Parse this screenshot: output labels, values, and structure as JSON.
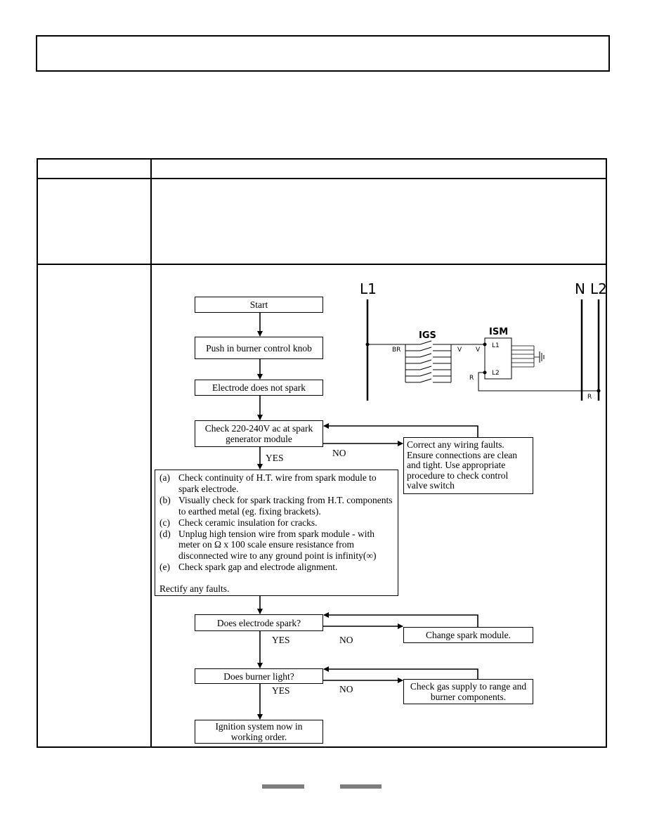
{
  "header": {
    "title": ""
  },
  "flowchart": {
    "start": "Start",
    "push_knob": "Push in burner control knob",
    "no_spark": "Electrode does not spark",
    "check_voltage": "Check 220-240V ac at spark generator module",
    "correct_wiring": "Correct any wiring faults. Ensure connections are clean and tight. Use appropriate procedure to check control valve switch",
    "checks": [
      {
        "key": "(a)",
        "text": "Check continuity of H.T. wire from spark module to spark electrode."
      },
      {
        "key": "(b)",
        "text": "Visually check for spark tracking from H.T. components to earthed metal (eg. fixing brackets)."
      },
      {
        "key": "(c)",
        "text": "Check ceramic insulation for cracks."
      },
      {
        "key": "(d)",
        "text": "Unplug high tension wire from spark module - with meter on  Ω  x 100 scale ensure resistance from disconnected wire to any ground point is infinity(∞)"
      },
      {
        "key": "(e)",
        "text": "Check spark gap and electrode alignment."
      }
    ],
    "rectify": "Rectify any faults.",
    "does_spark": "Does electrode spark?",
    "change_module": "Change spark module.",
    "does_light": "Does burner light?",
    "check_gas": "Check gas supply to range and burner components.",
    "working_order": "Ignition system now in working order.",
    "yes": "YES",
    "no": "NO"
  },
  "schematic": {
    "line_l1": "L1",
    "line_n": "N",
    "line_l2": "L2",
    "igs": "IGS",
    "ism": "ISM",
    "ism_l1": "L1",
    "ism_l2": "L2",
    "wire_br": "BR",
    "wire_v": "V",
    "wire_r": "R"
  }
}
